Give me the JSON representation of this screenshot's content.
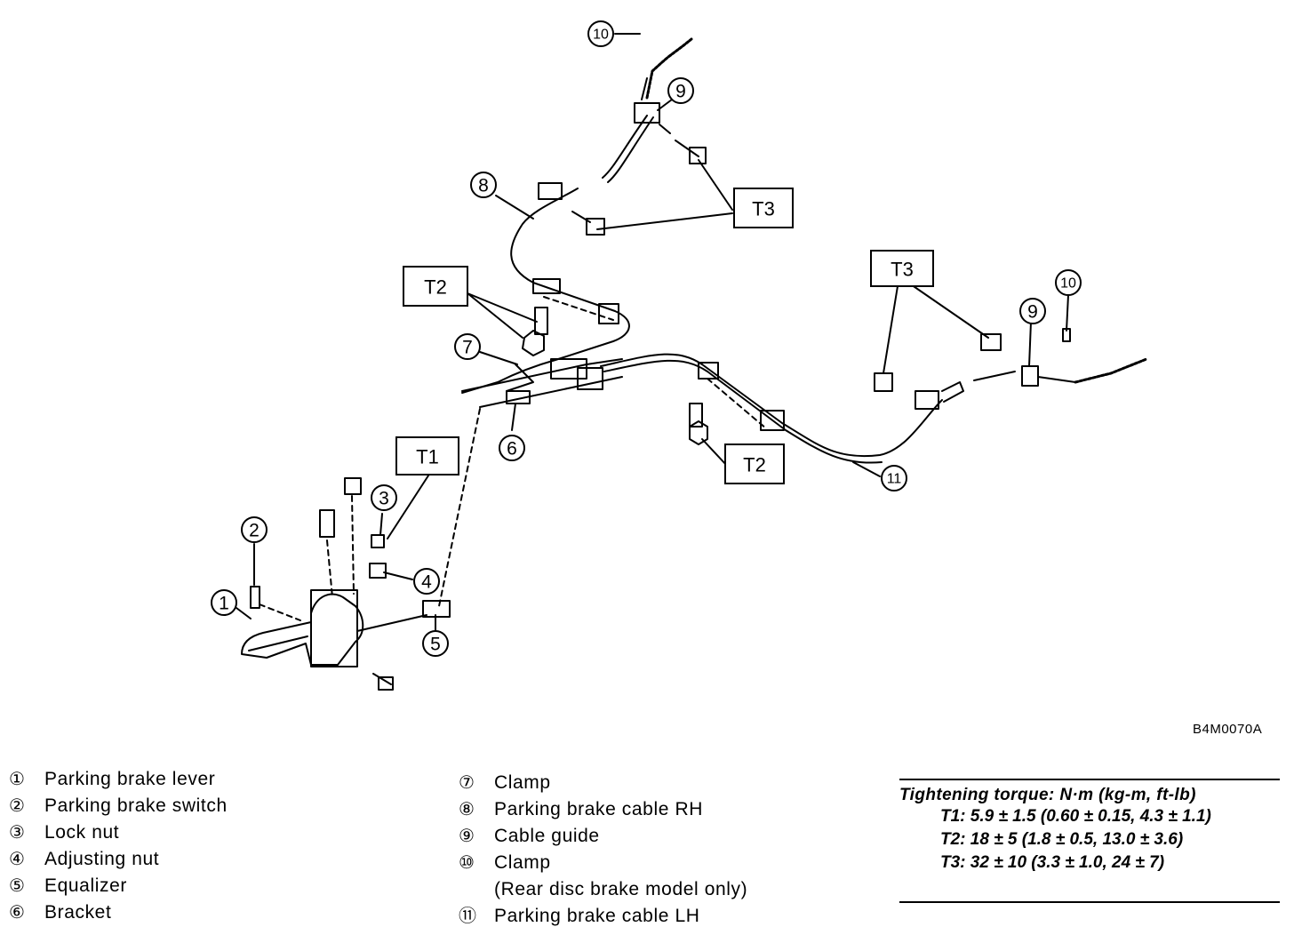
{
  "figure_code": "B4M0070A",
  "callouts": {
    "c1": "1",
    "c2": "2",
    "c3": "3",
    "c4": "4",
    "c5": "5",
    "c6": "6",
    "c7": "7",
    "c8": "8",
    "c9a": "9",
    "c9b": "9",
    "c10a": "10",
    "c10b": "10",
    "c11": "11"
  },
  "torque_tags": {
    "t1": "T1",
    "t2a": "T2",
    "t2b": "T2",
    "t3a": "T3",
    "t3b": "T3"
  },
  "legend_left": [
    {
      "num": "①",
      "label": "Parking brake lever"
    },
    {
      "num": "②",
      "label": "Parking brake switch"
    },
    {
      "num": "③",
      "label": "Lock nut"
    },
    {
      "num": "④",
      "label": "Adjusting nut"
    },
    {
      "num": "⑤",
      "label": "Equalizer"
    },
    {
      "num": "⑥",
      "label": "Bracket"
    }
  ],
  "legend_right": [
    {
      "num": "⑦",
      "label": "Clamp"
    },
    {
      "num": "⑧",
      "label": "Parking brake cable RH"
    },
    {
      "num": "⑨",
      "label": "Cable guide"
    },
    {
      "num": "⑩",
      "label": "Clamp"
    },
    {
      "num": "",
      "label": "(Rear disc brake model only)"
    },
    {
      "num": "⑪",
      "label": "Parking brake cable LH"
    }
  ],
  "torque": {
    "header": "Tightening torque: N·m (kg-m, ft-lb)",
    "rows": [
      "T1: 5.9 ± 1.5 (0.60 ± 0.15, 4.3 ± 1.1)",
      "T2: 18 ± 5 (1.8 ± 0.5, 13.0 ± 3.6)",
      "T3: 32 ± 10 (3.3 ± 1.0, 24 ± 7)"
    ]
  }
}
